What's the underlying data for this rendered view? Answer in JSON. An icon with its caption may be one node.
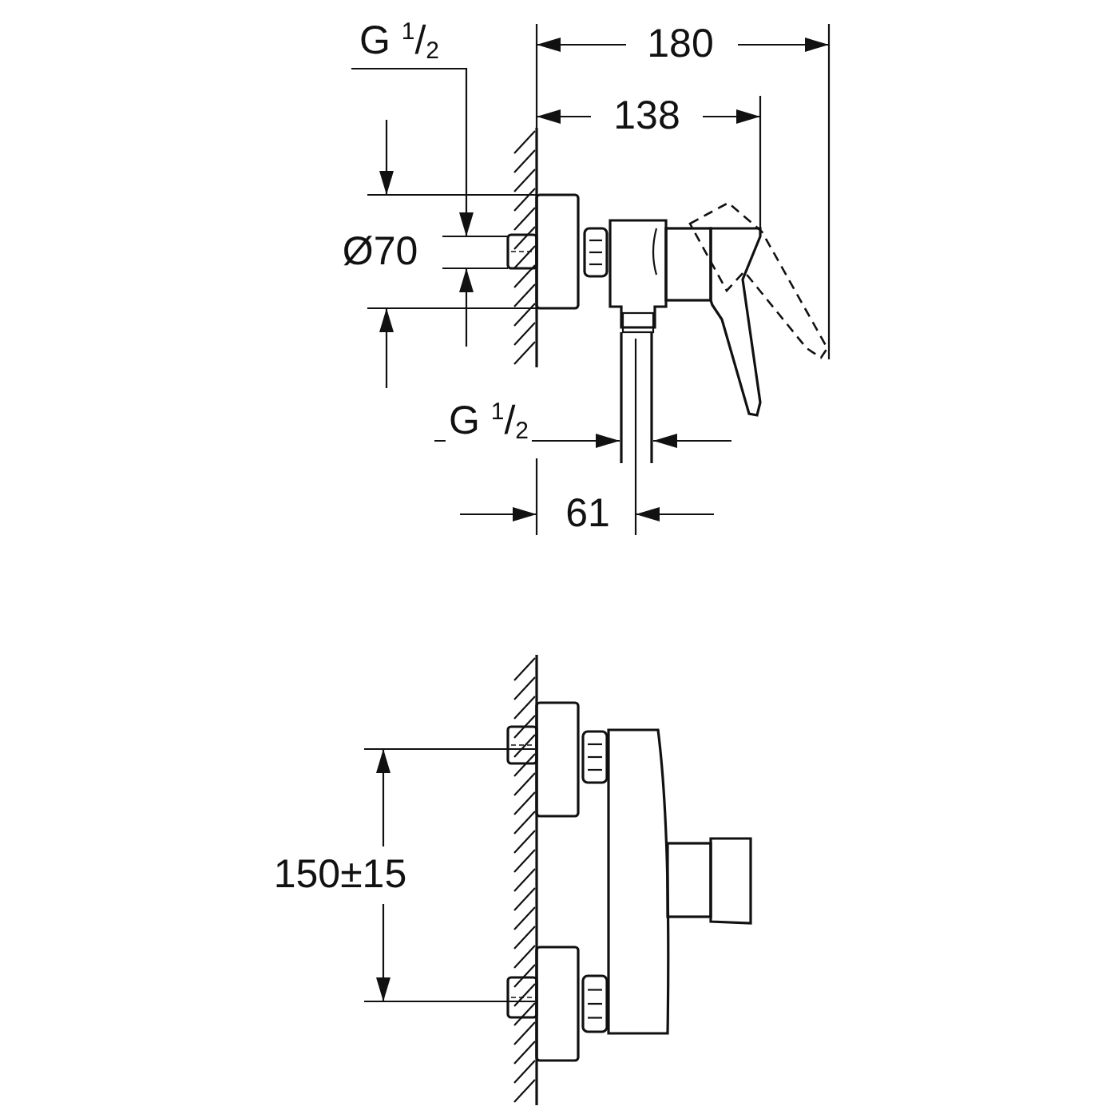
{
  "diagram": {
    "labels": [
      "G $^{1}$/$_{2}$",
      "180",
      "138",
      "Ø70",
      "G $^{1}$/$_{2}$",
      "61",
      "150±15"
    ]
  }
}
